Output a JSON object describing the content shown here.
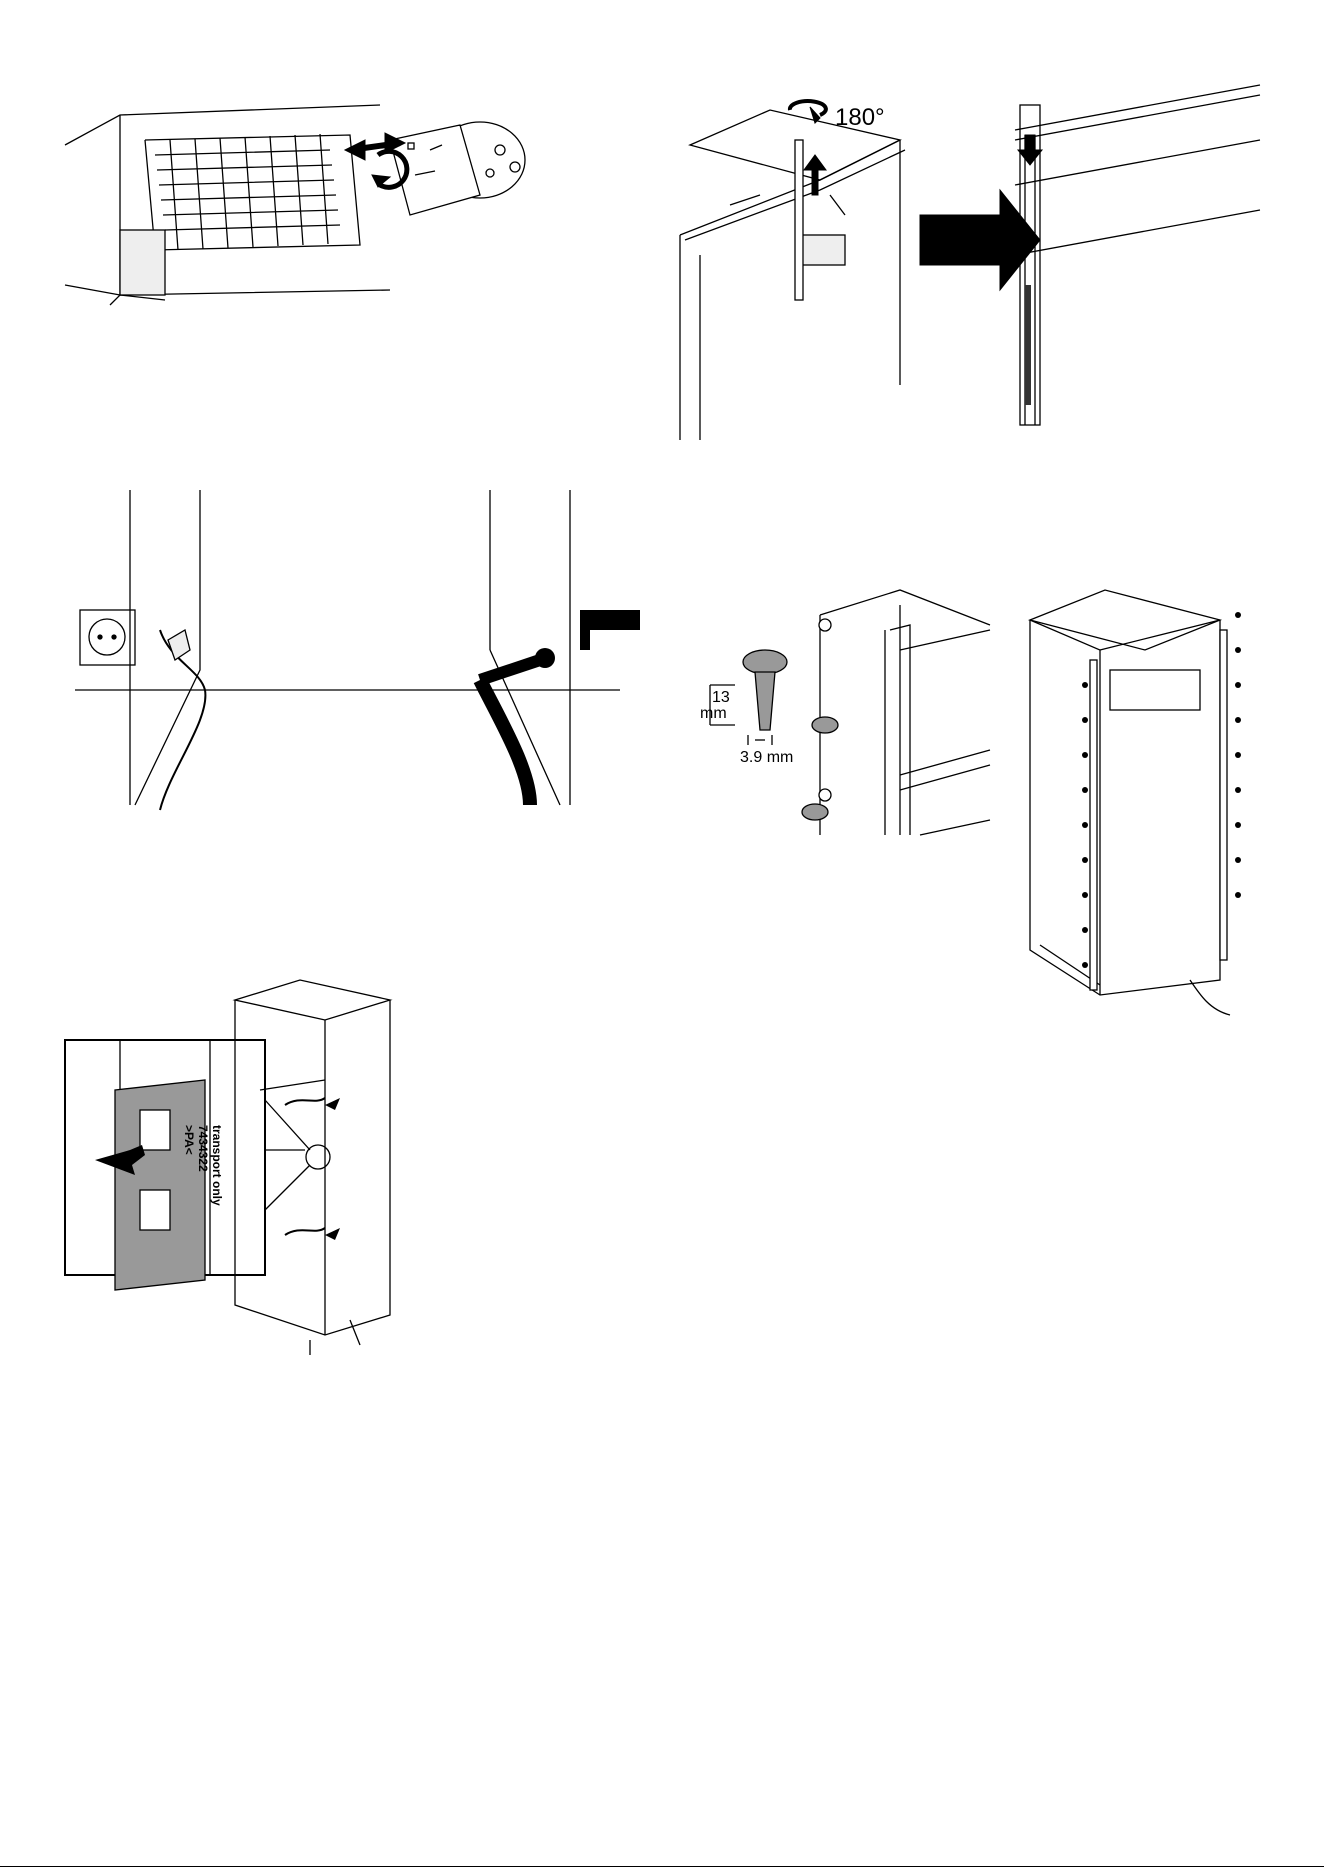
{
  "figures": {
    "filter": {},
    "channel": {
      "rotation_label": "180°"
    },
    "connections": {},
    "screws": {
      "length_value": "13",
      "length_unit": "mm",
      "diameter_label": "3.9 mm"
    },
    "cabinet_rails": {},
    "transport_bracket": {
      "bracket_text_1": ">PA<",
      "bracket_text_2": "7434322",
      "bracket_text_3": "transport only"
    }
  }
}
